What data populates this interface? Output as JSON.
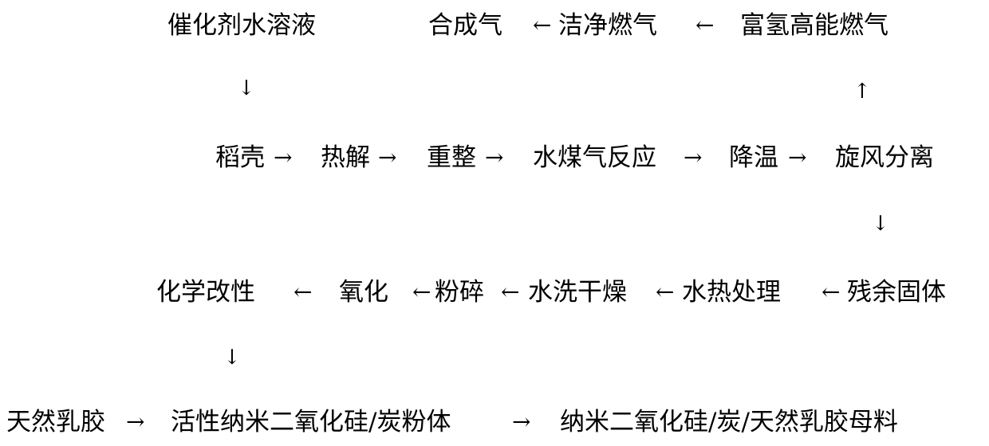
{
  "row1": {
    "catalyst": "催化剂水溶液",
    "syngas": "合成气",
    "arrow_a": "←",
    "clean_gas": "洁净燃气",
    "arrow_b": "←",
    "rich_gas": "富氢高能燃气"
  },
  "row2": {
    "rice_husk": "稻壳",
    "arrow_1": "→",
    "pyrolysis": "热解",
    "arrow_2": "→",
    "reforming": "重整",
    "arrow_3": "→",
    "water_gas": "水煤气反应",
    "arrow_4": "→",
    "cooling": "降温",
    "arrow_5": "→",
    "cyclone": "旋风分离"
  },
  "row3": {
    "modification": "化学改性",
    "arrow_1": "←",
    "oxidation": "氧化",
    "arrow_2": "←",
    "crushing": "粉碎",
    "arrow_3": "←",
    "wash_dry": "水洗干燥",
    "arrow_4": "←",
    "hydrothermal": "水热处理",
    "arrow_5": "←",
    "residue": "残余固体"
  },
  "row4": {
    "natural_latex": "天然乳胶",
    "arrow_1": "→",
    "active_powder": "活性纳米二氧化硅/炭粉体",
    "arrow_2": "→",
    "masterbatch": "纳米二氧化硅/炭/天然乳胶母料"
  },
  "vertical": {
    "down_catalyst": "↓",
    "up_rich_gas": "↑",
    "down_cyclone": "↓",
    "down_modification": "↓"
  }
}
